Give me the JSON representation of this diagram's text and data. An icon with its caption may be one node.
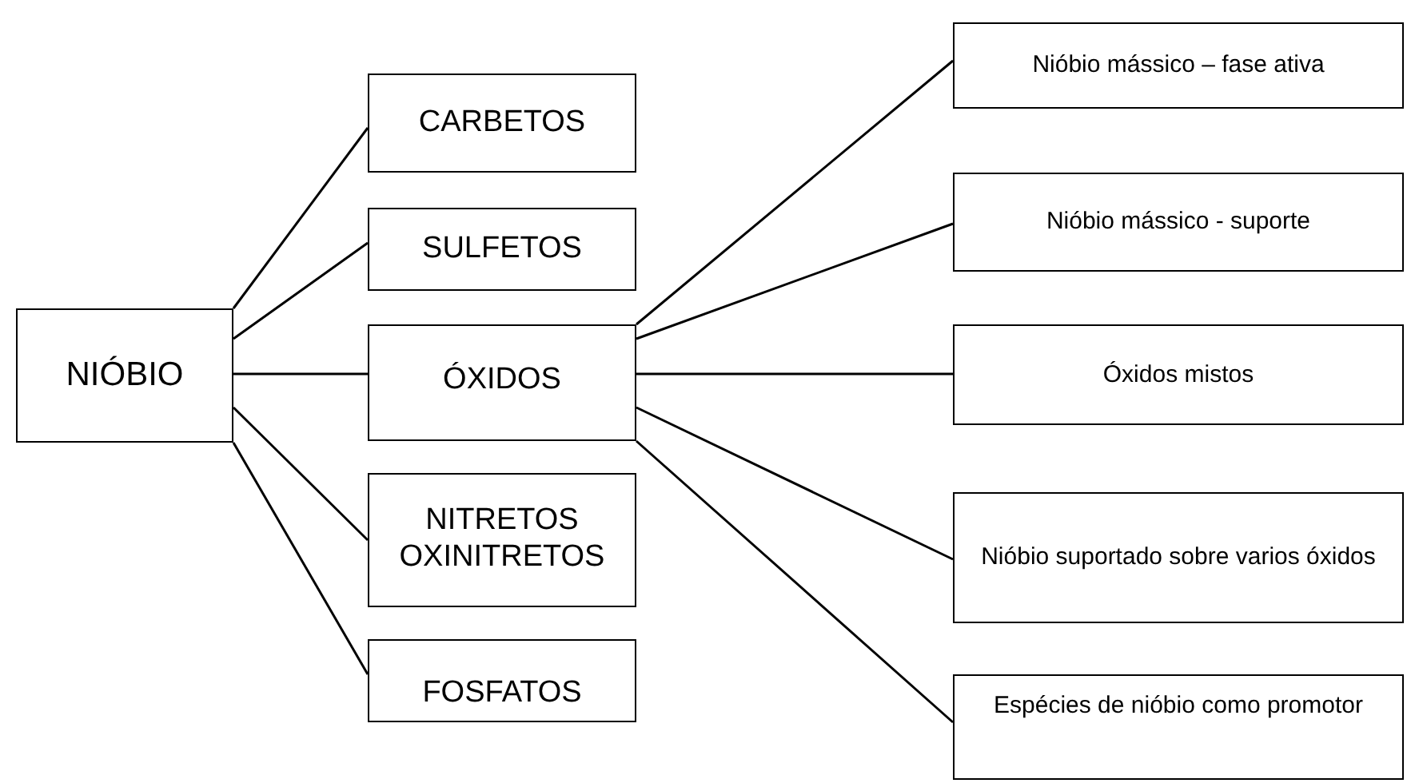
{
  "diagram": {
    "nodes": [
      {
        "text": [
          "NIÓBIO"
        ]
      },
      {
        "text": [
          "CARBETOS"
        ]
      },
      {
        "text": [
          "SULFETOS"
        ]
      },
      {
        "text": [
          "ÓXIDOS"
        ]
      },
      {
        "text": [
          "NITRETOS OXINITRETOS"
        ]
      },
      {
        "text": [
          "FOSFATOS"
        ]
      },
      {
        "text": [
          "Nióbio mássico – fase ativa"
        ]
      },
      {
        "text": [
          "Nióbio mássico - suporte"
        ]
      },
      {
        "text": [
          "Óxidos mistos"
        ]
      },
      {
        "text": [
          "Nióbio suportado sobre varios óxidos"
        ]
      },
      {
        "text": [
          "Espécies de nióbio como promotor"
        ]
      }
    ],
    "edges": [
      {
        "from": 0,
        "to": 1,
        "arrow": "none"
      },
      {
        "from": 0,
        "to": 2,
        "arrow": "none"
      },
      {
        "from": 0,
        "to": 3,
        "arrow": "none"
      },
      {
        "from": 0,
        "to": 4,
        "arrow": "none"
      },
      {
        "from": 0,
        "to": 5,
        "arrow": "none"
      },
      {
        "from": 3,
        "to": 6,
        "arrow": "none"
      },
      {
        "from": 3,
        "to": 7,
        "arrow": "none"
      },
      {
        "from": 3,
        "to": 8,
        "arrow": "none"
      },
      {
        "from": 3,
        "to": 9,
        "arrow": "none"
      },
      {
        "from": 3,
        "to": 10,
        "arrow": "none"
      }
    ]
  }
}
